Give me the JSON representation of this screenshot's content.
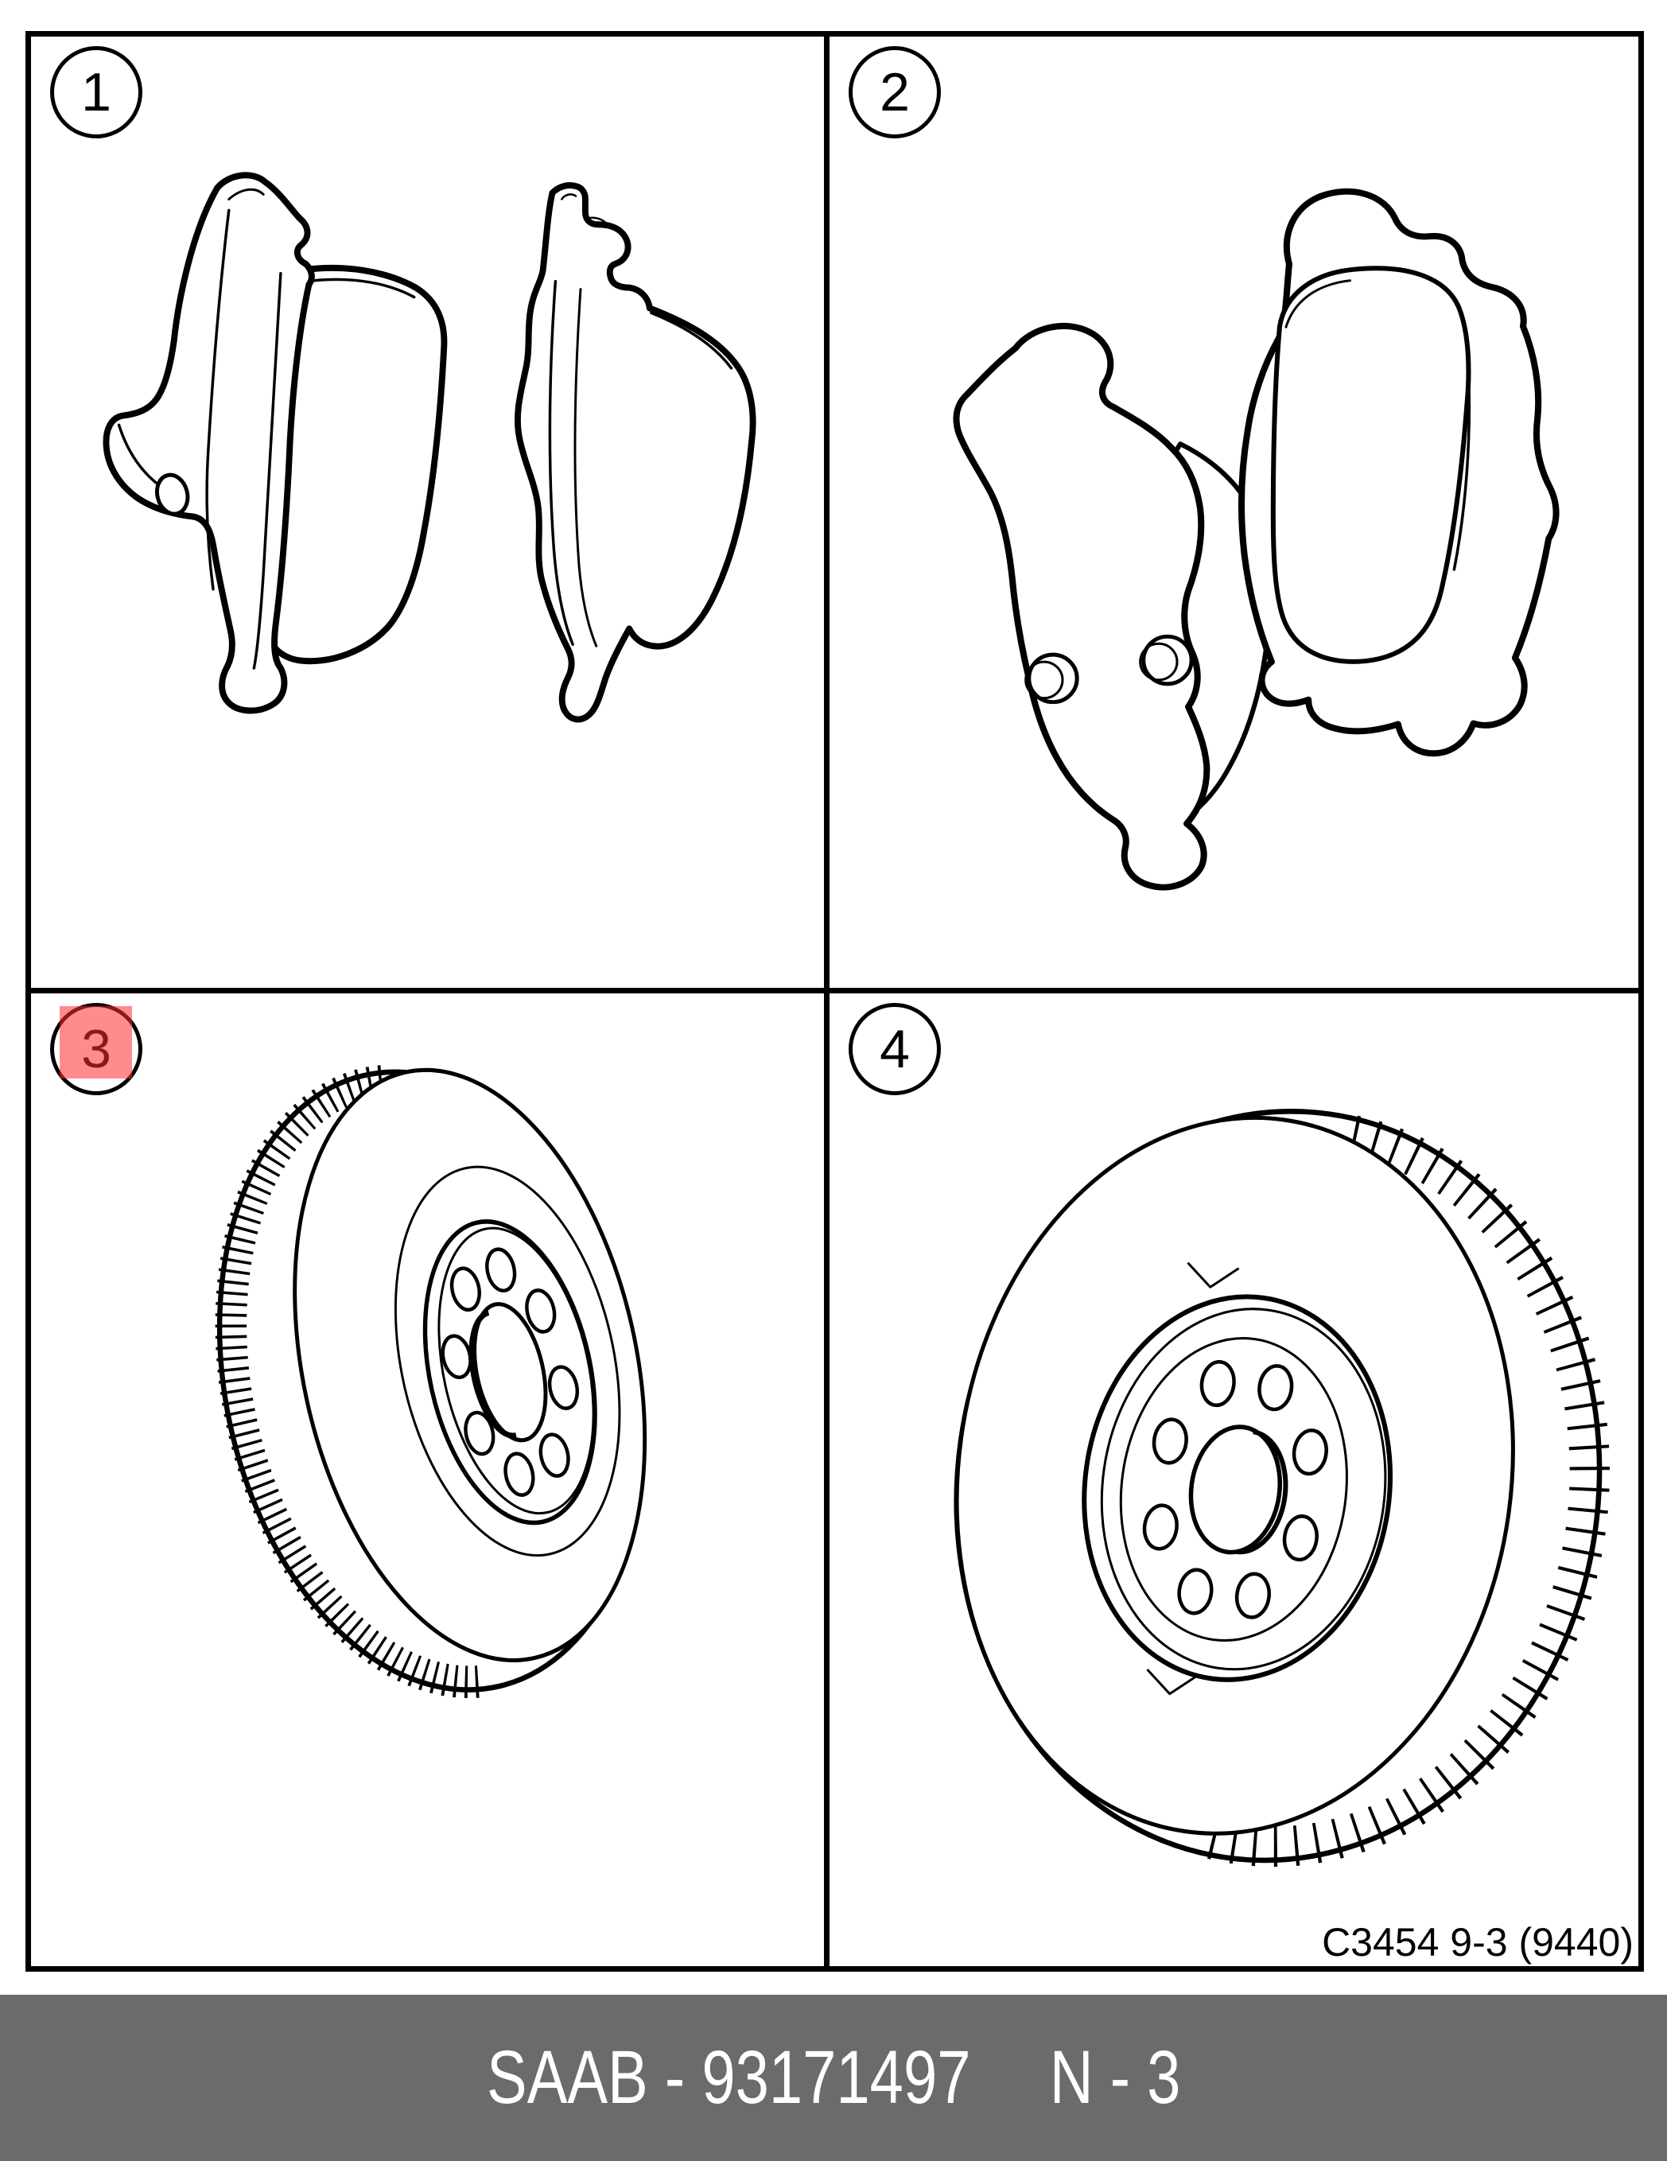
{
  "page": {
    "background": "#ffffff",
    "frame_border_color": "#000000"
  },
  "catalog": {
    "panels": [
      {
        "number": "1",
        "part": "front brake pads"
      },
      {
        "number": "2",
        "part": "rear brake pads"
      },
      {
        "number": "3",
        "part": "front brake disc",
        "highlighted": true
      },
      {
        "number": "4",
        "part": "rear brake disc",
        "highlighted": false
      }
    ],
    "highlight_color": "#ff2d2d",
    "drawing_ref": "C3454 9-3 (9440)"
  },
  "footer": {
    "part_label": "SAAB - 93171497",
    "page_label": "N - 3",
    "bar_color": "#6b6b6b",
    "text_color": "#ffffff"
  }
}
